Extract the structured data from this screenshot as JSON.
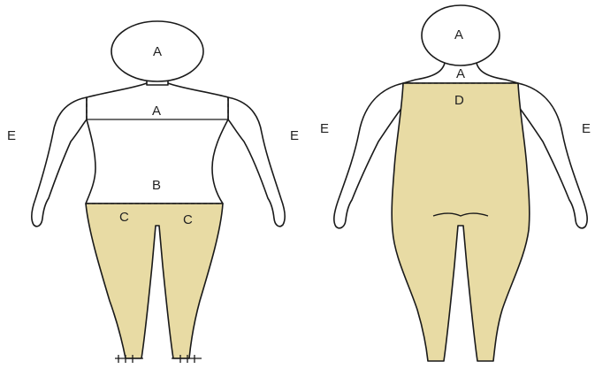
{
  "figure_front": {
    "labels": {
      "head": "A",
      "chest": "A",
      "abdomen": "B",
      "leg_left": "C",
      "leg_right": "C",
      "arm_left": "E",
      "arm_right": "E"
    }
  },
  "figure_back": {
    "labels": {
      "head": "A",
      "neck": "A",
      "trunk": "D",
      "arm_left": "E",
      "arm_right": "E"
    }
  },
  "colors": {
    "shaded_region": "#e8dba4",
    "outline": "#1a1a1a"
  }
}
